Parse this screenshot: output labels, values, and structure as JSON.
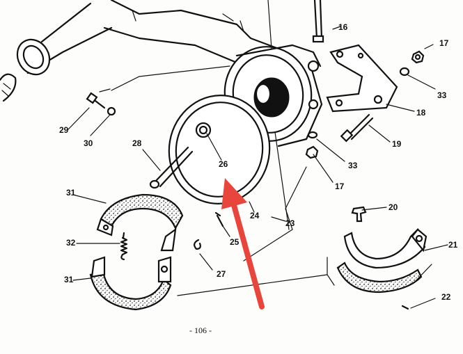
{
  "diagram": {
    "page_number": "- 106 -",
    "callouts": [
      {
        "id": "c16",
        "text": "16"
      },
      {
        "id": "c17a",
        "text": "17"
      },
      {
        "id": "c17b",
        "text": "17"
      },
      {
        "id": "c18",
        "text": "18"
      },
      {
        "id": "c19",
        "text": "19"
      },
      {
        "id": "c20",
        "text": "20"
      },
      {
        "id": "c21",
        "text": "21"
      },
      {
        "id": "c22",
        "text": "22"
      },
      {
        "id": "c23",
        "text": "23"
      },
      {
        "id": "c24",
        "text": "24"
      },
      {
        "id": "c25",
        "text": "25"
      },
      {
        "id": "c26",
        "text": "26"
      },
      {
        "id": "c27",
        "text": "27"
      },
      {
        "id": "c28",
        "text": "28"
      },
      {
        "id": "c29",
        "text": "29"
      },
      {
        "id": "c30",
        "text": "30"
      },
      {
        "id": "c31a",
        "text": "31"
      },
      {
        "id": "c31b",
        "text": "31"
      },
      {
        "id": "c32",
        "text": "32"
      },
      {
        "id": "c33a",
        "text": "33"
      },
      {
        "id": "c33b",
        "text": "33"
      }
    ],
    "annotation": {
      "type": "arrow",
      "color": "#e8463c",
      "target": "26"
    }
  }
}
